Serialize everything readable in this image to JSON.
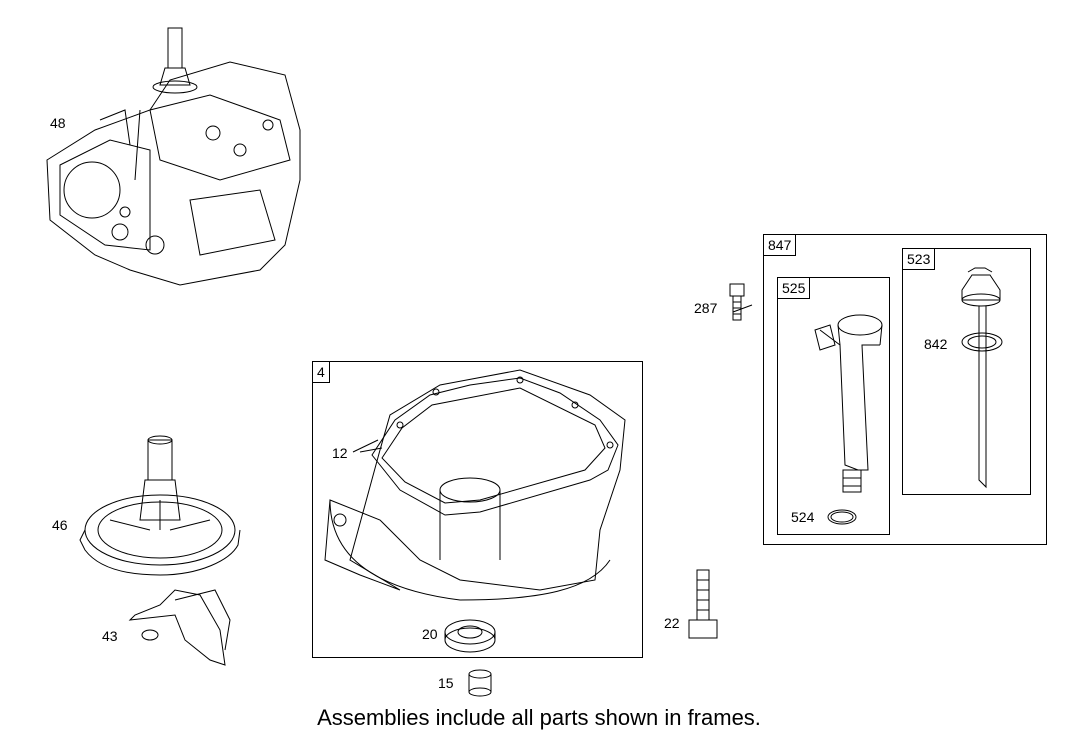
{
  "callouts": {
    "c48": "48",
    "c46": "46",
    "c43": "43",
    "c4": "4",
    "c12": "12",
    "c20": "20",
    "c15": "15",
    "c22": "22",
    "c287": "287",
    "c847": "847",
    "c525": "525",
    "c523": "523",
    "c842": "842",
    "c524": "524"
  },
  "caption": "Assemblies include all parts shown in frames.",
  "colors": {
    "line": "#000000",
    "background": "#ffffff"
  }
}
